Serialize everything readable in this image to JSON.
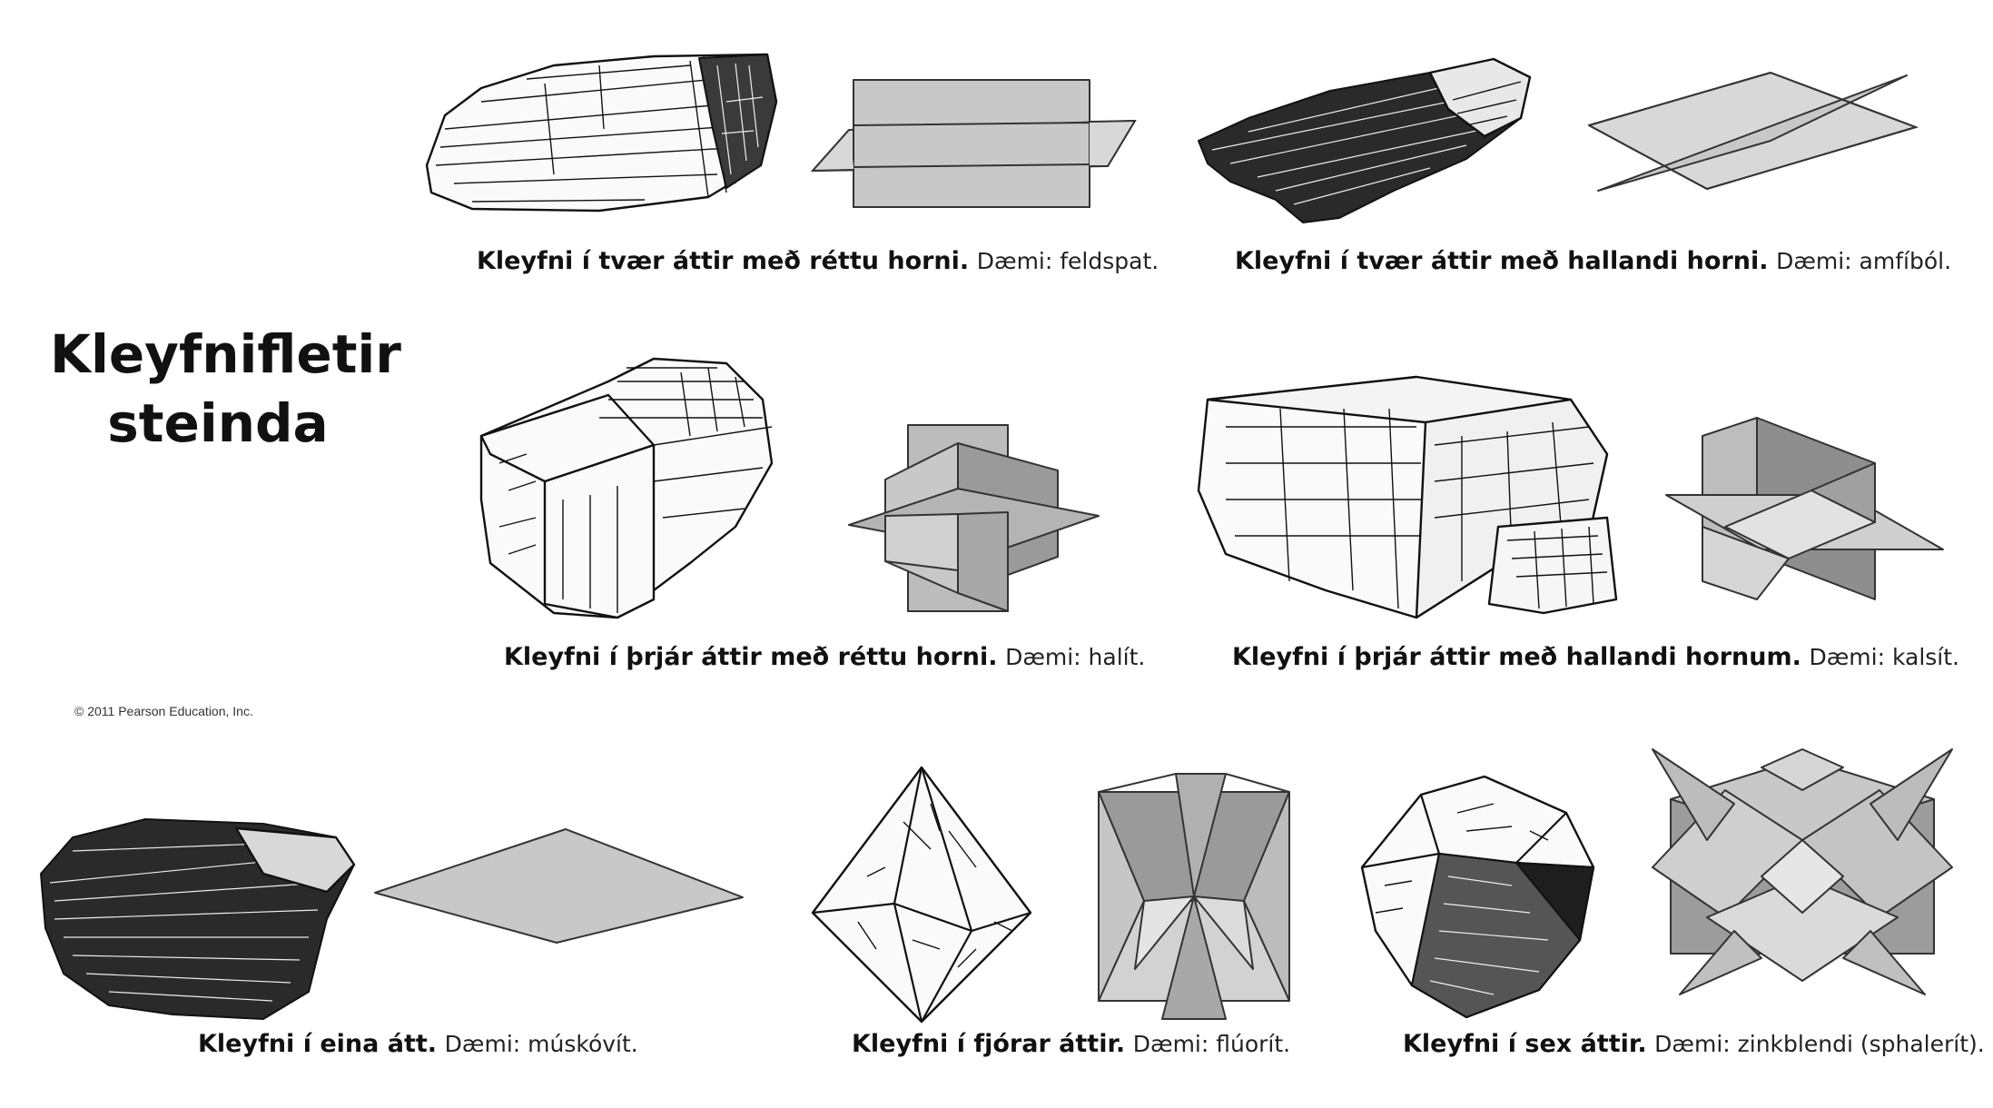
{
  "title": {
    "line1": "Kleyfnifletir",
    "line2": "steinda"
  },
  "copyright": "© 2011 Pearson Education, Inc.",
  "items": [
    {
      "bold": "Kleyfni í tvær áttir með réttu horni.",
      "example": "Dæmi: feldspat."
    },
    {
      "bold": "Kleyfni í tvær áttir með hallandi horni.",
      "example": "Dæmi: amfíból."
    },
    {
      "bold": "Kleyfni í þrjár áttir með réttu horni.",
      "example": "Dæmi: halít."
    },
    {
      "bold": "Kleyfni í þrjár áttir með hallandi hornum.",
      "example": "Dæmi: kalsít."
    },
    {
      "bold": "Kleyfni í eina átt.",
      "example": "Dæmi: múskóvít."
    },
    {
      "bold": "Kleyfni í fjórar áttir.",
      "example": "Dæmi: flúorít."
    },
    {
      "bold": "Kleyfni í sex áttir.",
      "example": "Dæmi: zinkblendi (sphalerít)."
    }
  ],
  "colors": {
    "plane_light": "#d8d8d8",
    "plane_mid": "#c8c8c8",
    "plane_dark": "#9a9a9a",
    "text": "#111111"
  },
  "icons": [
    "feldspar-drawing",
    "amphibole-drawing",
    "halite-drawing",
    "calcite-drawing",
    "muscovite-drawing",
    "fluorite-drawing",
    "sphalerite-drawing"
  ]
}
